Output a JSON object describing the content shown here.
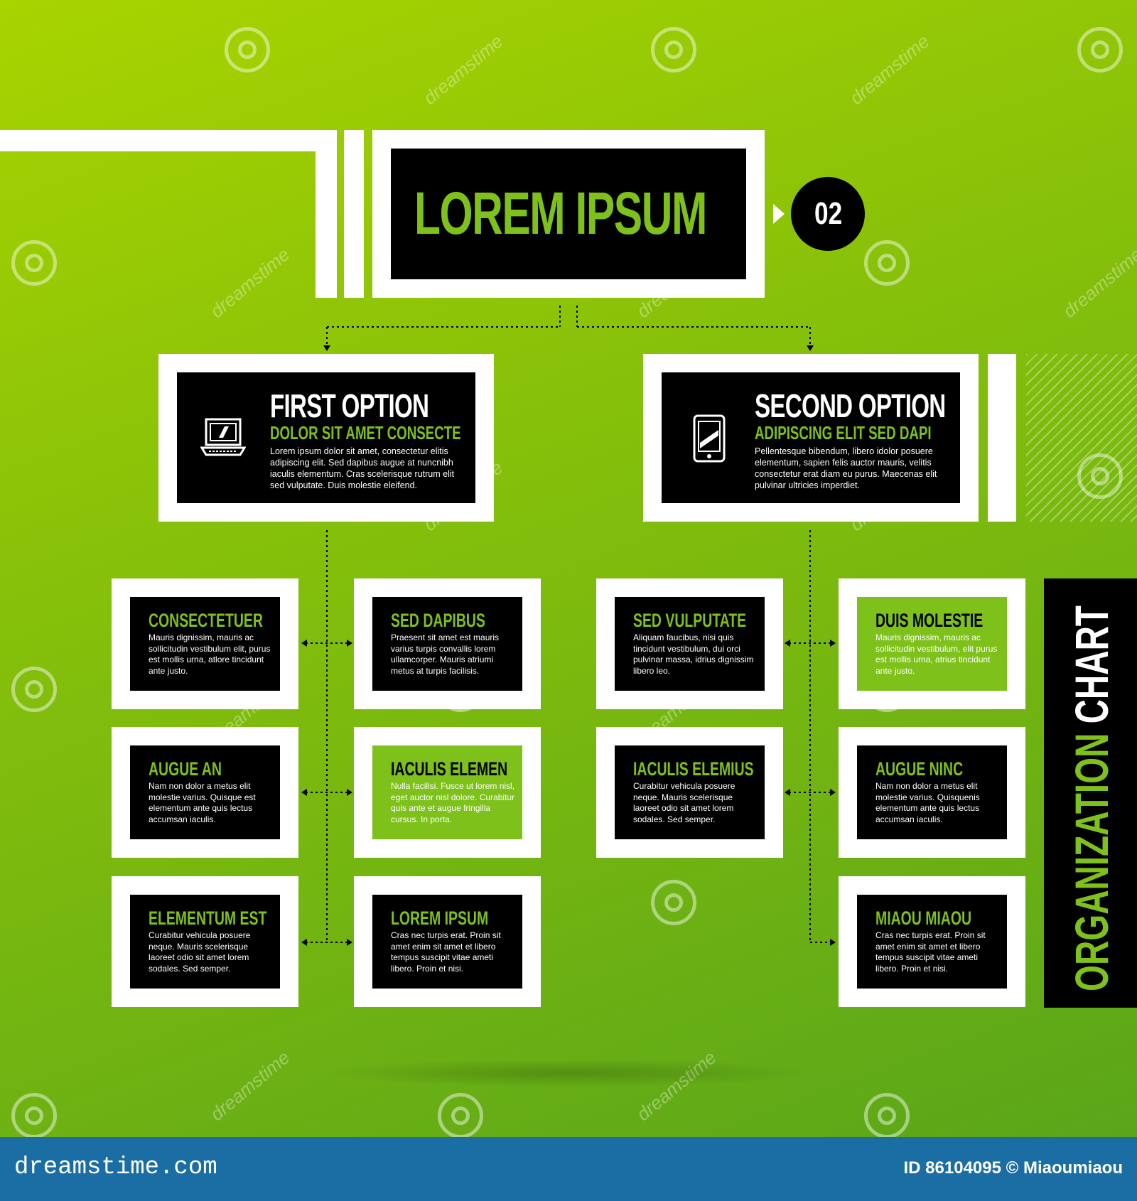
{
  "diagram": {
    "main_title": "LOREM IPSUM",
    "step_number": "02",
    "side_title_a": "ORGANIZATION",
    "side_title_b": "CHART",
    "options": [
      {
        "title": "FIRST OPTION",
        "subtitle": "DOLOR SIT AMET CONSECTE",
        "body": "Lorem ipsum dolor sit amet, consectetur elitis adipiscing elit. Sed dapibus augue at nuncnibh iaculis elementum. Cras scelerisque rutrum elit sed vulputate. Duis molestie eleifend.",
        "icon": "laptop-icon"
      },
      {
        "title": "SECOND OPTION",
        "subtitle": "ADIPISCING ELIT SED DAPI",
        "body": "Pellentesque bibendum, libero idolor posuere elementum, sapien felis auctor mauris, velitis consectetur erat diam eu purus. Maecenas elit pulvinar ultricies imperdiet.",
        "icon": "mobile-phone-icon"
      }
    ],
    "leaves": [
      {
        "title": "CONSECTETUER",
        "body": "Mauris dignissim, mauris ac sollicitudin vestibulum elit, purus est mollis urna, atlore tincidunt ante justo."
      },
      {
        "title": "SED DAPIBUS",
        "body": "Praesent sit amet est mauris varius turpis convallis lorem ullamcorper. Mauris atriumi metus at turpis facilisis."
      },
      {
        "title": "SED VULPUTATE",
        "body": "Aliquam faucibus, nisi quis tincidunt vestibulum, dui orci pulvinar massa, idrius dignissim libero leo."
      },
      {
        "title": "DUIS MOLESTIE",
        "body": "Mauris dignissim, mauris ac sollicitudin vestibulum, elit purus est mollis urna, atrius tincidunt ante justo."
      },
      {
        "title": "AUGUE AN",
        "body": "Nam non dolor a metus elit molestie varius. Quisque est elementum ante quis lectus accumsan iaculis."
      },
      {
        "title": "IACULIS ELEMEN",
        "body": "Nulla facilisi. Fusce ut lorem nisl, eget auctor nisl dolore. Curabitur quis ante et augue fringilla cursus. In porta."
      },
      {
        "title": "IACULIS ELEMIUS",
        "body": "Curabitur vehicula posuere neque. Mauris scelerisque laoreet odio sit amet lorem sodales. Sed semper."
      },
      {
        "title": "AUGUE NINC",
        "body": "Nam non dolor a metus elit molestie varius. Quisquenis elementum ante quis lectus accumsan iaculis."
      },
      {
        "title": "ELEMENTUM EST",
        "body": "Curabitur vehicula posuere neque. Mauris scelerisque laoreet odio sit amet lorem sodales. Sed semper."
      },
      {
        "title": "LOREM IPSUM",
        "body": "Cras nec turpis erat. Proin sit amet enim sit amet et libero tempus suscipit vitae ameti libero. Proin et nisi."
      },
      {
        "title": "MIAOU MIAOU",
        "body": "Cras nec turpis erat. Proin sit amet enim sit amet et libero tempus suscipit vitae ameti libero. Proin et nisi."
      }
    ]
  },
  "watermark": {
    "text": "dreamstime",
    "footer_logo": "dreamstime.com",
    "footer_id": "ID 86104095 © Miaoumiaou"
  },
  "colors": {
    "background_start": "#a8d400",
    "background_end": "#5aa61a",
    "accent_green": "#7ec11a",
    "box_dark": "#000000",
    "frame": "#ffffff",
    "footer_bar": "#1b6ea3"
  }
}
